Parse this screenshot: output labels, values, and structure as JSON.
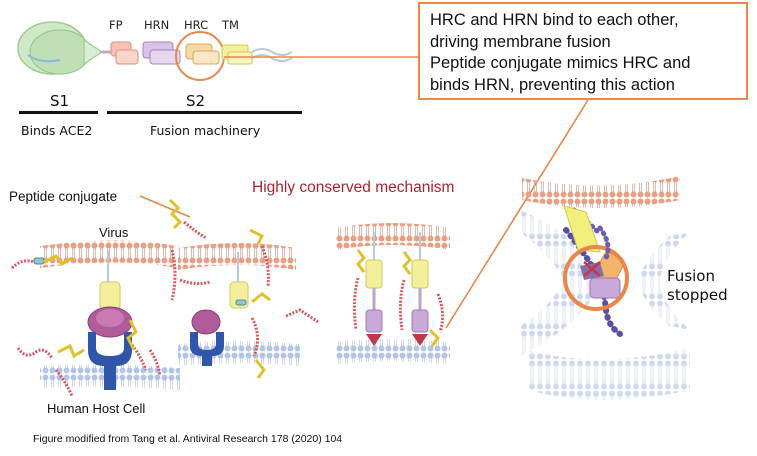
{
  "domains": {
    "s1": "S1",
    "s2": "S2",
    "s1_note": "Binds ACE2",
    "s2_note": "Fusion machinery"
  },
  "segments": {
    "fp": "FP",
    "hrn": "HRN",
    "hrc": "HRC",
    "tm": "TM"
  },
  "callout": {
    "line1": "HRC and HRN bind to each other,",
    "line2": "driving membrane fusion",
    "line3": "Peptide conjugate mimics HRC and",
    "line4": "binds HRN, preventing this action"
  },
  "labels": {
    "peptide": "Peptide conjugate",
    "mechanism": "Highly conserved mechanism",
    "virus": "Virus",
    "host": "Human Host Cell",
    "fusion1": "Fusion",
    "fusion2": "stopped"
  },
  "caption": "Figure modified from Tang et al. Antiviral Research 178 (2020) 104",
  "colors": {
    "accent": "#e8874a",
    "mechanism": "#a8262e",
    "virus_membrane": "#e8a085",
    "host_membrane": "#a9bbe0",
    "ace2": "#2f56a8"
  }
}
